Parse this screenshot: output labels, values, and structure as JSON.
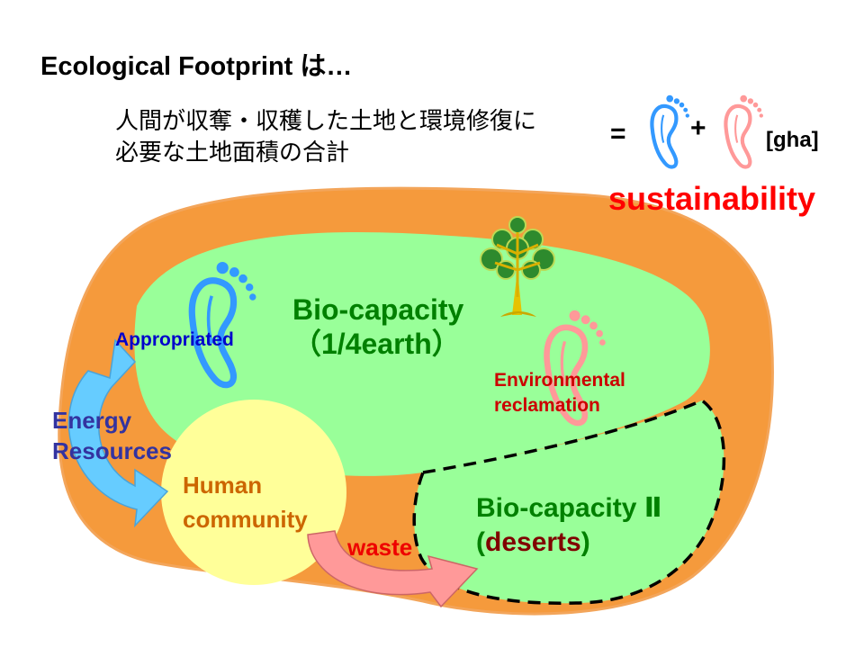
{
  "title": "Ecological Footprint は…",
  "definition": {
    "line1": "人間が収奪・収穫した土地と環境修復に",
    "line2": "必要な土地面積の合計"
  },
  "equation": {
    "equals": "=",
    "plus": "+",
    "unit": "[gha]"
  },
  "sustainability": "sustainability",
  "diagram": {
    "bio_capacity_line1": "Bio-capacity",
    "bio_capacity_line2": "（1/4earth）",
    "appropriated": "Appropriated",
    "environmental_line1": "Environmental",
    "environmental_line2": "reclamation",
    "energy_line1": "Energy",
    "energy_line2": "Resources",
    "human_line1": "Human",
    "human_line2": "community",
    "bio_capacity2_line1": "Bio-capacity Ⅱ",
    "bio_capacity2_open": "(",
    "bio_capacity2_word": "deserts",
    "bio_capacity2_close": ")",
    "waste": "waste"
  },
  "colors": {
    "outer_blob": "#f59a3c",
    "green_land": "#99ff99",
    "human_circle": "#ffff99",
    "blue_footprint": "#3399ff",
    "pink_footprint": "#ff9999",
    "sustainability": "#ff0000"
  },
  "icons": [
    "blue-footprint-icon",
    "pink-footprint-icon",
    "tree-icon"
  ]
}
